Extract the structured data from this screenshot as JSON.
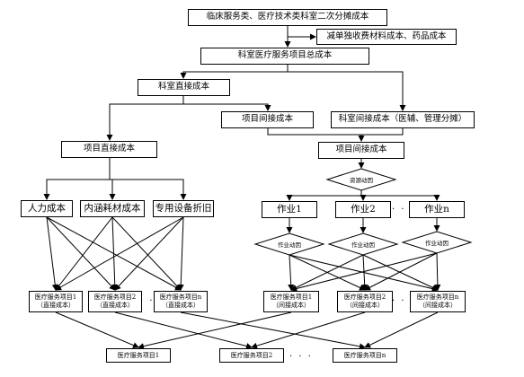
{
  "top": {
    "allocation": "临床服务类、医疗技术类科室二次分摊成本",
    "deduct": "减单独收费材料成本、药品成本",
    "dept_total": "科室医疗服务项目总成本",
    "dept_direct": "科室直接成本",
    "project_indirect": "项目间接成本",
    "dept_indirect": "科室间接成本（医辅、管理分摊）"
  },
  "left": {
    "project_direct": "项目直接成本",
    "labor": "人力成本",
    "consumables": "内涵耗材成本",
    "equipment": "专用设备折旧",
    "items": [
      {
        "name": "医疗服务项目1",
        "sub": "（直接成本）"
      },
      {
        "name": "医疗服务项目2",
        "sub": "（直接成本）"
      },
      {
        "name": "医疗服务项目n",
        "sub": "（直接成本）"
      }
    ],
    "dots": "· · ·"
  },
  "right": {
    "project_indirect": "项目间接成本",
    "resource_driver": "资源动因",
    "activities": [
      "作业1",
      "作业2",
      "作业n"
    ],
    "activity_driver": "作业动因",
    "items": [
      {
        "name": "医疗服务项目1",
        "sub": "（间接成本）"
      },
      {
        "name": "医疗服务项目2",
        "sub": "（间接成本）"
      },
      {
        "name": "医疗服务项目n",
        "sub": "（间接成本）"
      }
    ],
    "dots": "· · ·",
    "dots_mid": "· · ·"
  },
  "bottom": {
    "items": [
      "医疗服务项目1",
      "医疗服务项目2",
      "医疗服务项目n"
    ],
    "dots": "· · ·"
  }
}
